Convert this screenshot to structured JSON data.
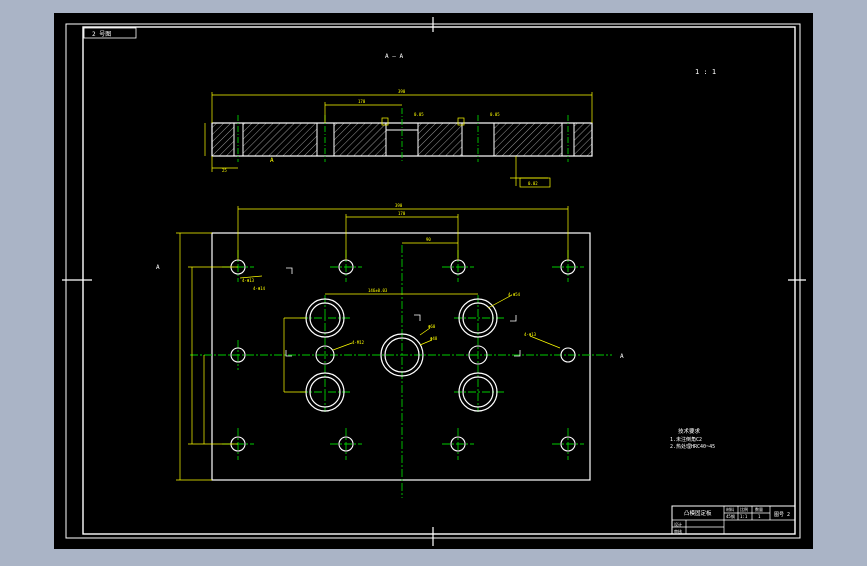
{
  "drawing": {
    "stamp_label": "2 号图",
    "section_label": "A — A",
    "ratio_label": "1 : 1",
    "side_marker_left": "A",
    "side_marker_right": "A",
    "section_marker": "A",
    "dims_top": {
      "overall": "390",
      "mid": "170",
      "left_small": "25",
      "tol_1": "0.05",
      "tol_2": "0.05",
      "flatness": "0.02"
    },
    "dims_plan": {
      "overall": "390",
      "inner": "170",
      "pitch": "90",
      "hole_center": "146±0.03",
      "hole_label": "4-Φ14",
      "big_hole": "4-Φ54",
      "center_bore": "Φ60",
      "center_bore_2": "Φ48",
      "side_left": "4-Φ13",
      "side_right": "4-Φ13",
      "counterbore": "4-M12",
      "right_marker": "A"
    },
    "notes": {
      "title": "技术要求",
      "line1": "1.未注倒角C2",
      "line2": "2.热处理HRC40~45"
    },
    "title_block": {
      "name": "凸模固定板",
      "material_label": "材料",
      "material": "45钢",
      "scale_label": "比例",
      "scale": "1:1",
      "qty_label": "数量",
      "qty": "1",
      "drawing_no": "图号 2",
      "designer": "设计",
      "checker": "审核"
    }
  }
}
